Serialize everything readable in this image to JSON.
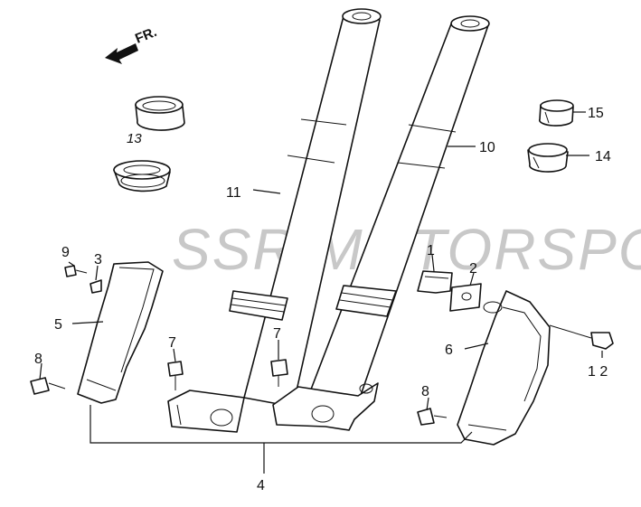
{
  "watermark": "SSR MOTORSPORTS",
  "direction_label": "FR.",
  "callouts": {
    "c1": "1",
    "c2": "2",
    "c3": "3",
    "c4": "4",
    "c5": "5",
    "c6": "6",
    "c7a": "7",
    "c7b": "7",
    "c8a": "8",
    "c8b": "8",
    "c9": "9",
    "c10": "10",
    "c11": "11",
    "c12": "1 2",
    "c13": "13",
    "c14": "14",
    "c15": "15"
  }
}
